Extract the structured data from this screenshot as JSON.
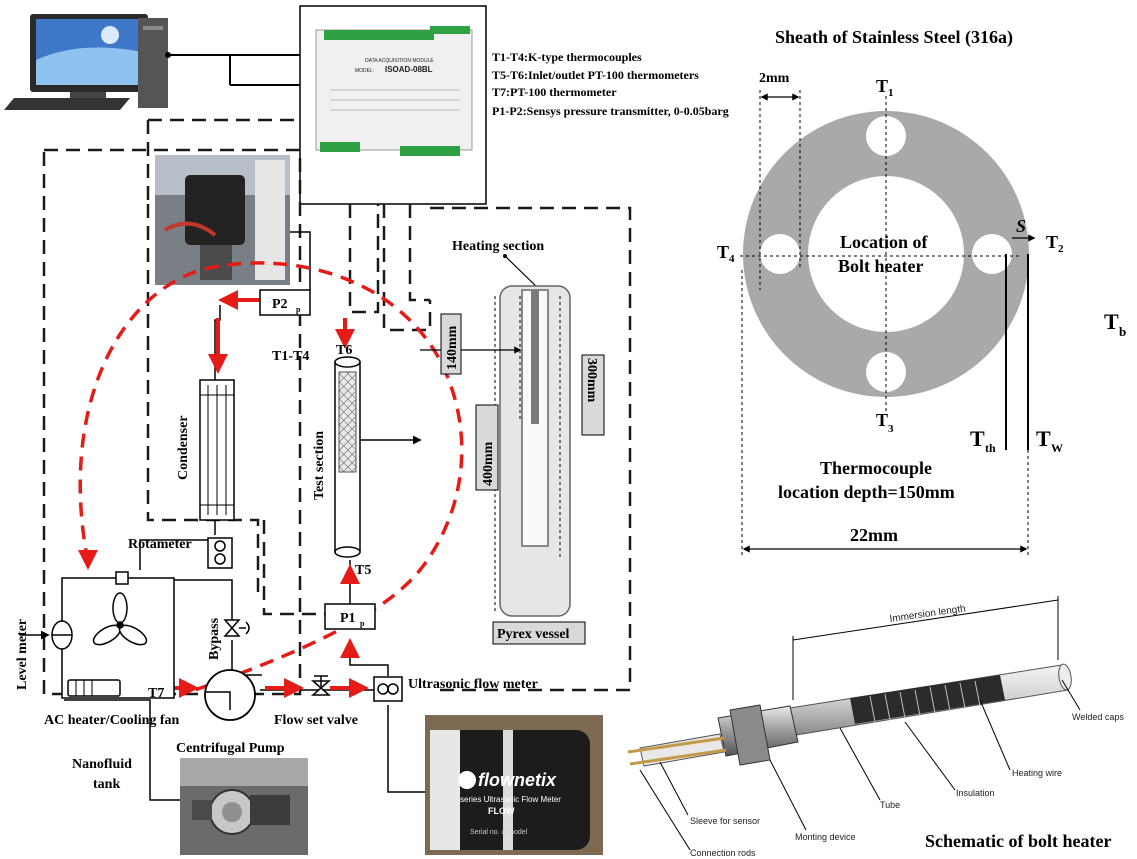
{
  "legend": {
    "line1": "T1-T4:K-type thermocouples",
    "line2": "T5-T6:Inlet/outlet PT-100 thermometers",
    "line3": "T7:PT-100 thermometer",
    "line4": "P1-P2:Sensys pressure transmitter, 0-0.05barg"
  },
  "daq": {
    "title": "DATA ACQUISITION MODULE",
    "model_label": "MODEL:",
    "model": "ISOAD-08BL"
  },
  "loop": {
    "p2": "P2",
    "p1": "P1",
    "p_sub": "p",
    "t1t4": "T1-T4",
    "t6": "T6",
    "t5": "T5",
    "t7": "T7",
    "condenser": "Condenser",
    "test_section": "Test section",
    "rotameter": "Rotameter",
    "bypass": "Bypass",
    "level_meter": "Level meter",
    "ac_heater": "AC heater/Cooling fan",
    "flow_set_valve": "Flow set valve",
    "ultrasonic": "Ultrasonic flow meter",
    "pump": "Centrifugal Pump",
    "tank_line1": "Nanofluid",
    "tank_line2": "tank"
  },
  "vessel": {
    "heating_section": "Heating section",
    "dim_140": "140mm",
    "dim_300": "300mm",
    "dim_400": "400mm",
    "pyrex": "Pyrex vessel"
  },
  "cross_section": {
    "title": "Sheath of Stainless Steel (316a)",
    "dim_2mm": "2mm",
    "t1": "T",
    "t1_sub": "1",
    "t2": "T",
    "t2_sub": "2",
    "t3": "T",
    "t3_sub": "3",
    "t4": "T",
    "t4_sub": "4",
    "s": "S",
    "center_line1": "Location of",
    "center_line2": "Bolt heater",
    "tb": "T",
    "tb_sub": "b",
    "tth": "T",
    "tth_sub": "th",
    "tw": "T",
    "tw_sub": "W",
    "depth_line1": "Thermocouple",
    "depth_line2": "location depth=150mm",
    "dim_22mm": "22mm"
  },
  "bolt_heater": {
    "immersion_length": "Immersion length",
    "welded_caps": "Welded caps",
    "heating_wire": "Heating wire",
    "insulation": "Insulation",
    "tube": "Tube",
    "mounting_device": "Monting device",
    "sleeve": "Sleeve for sensor",
    "connection_rods": "Connection rods",
    "caption": "Schematic of bolt heater"
  },
  "flowmeter_photo": {
    "brand": "flownetix",
    "line1": "series Ultrasonic Flow Meter",
    "line2": "FLOW",
    "line3": "Serial no. & model"
  },
  "colors": {
    "red_flow": "#e41b17",
    "dashed_box": "#1a1a1a",
    "sheath_gray": "#a9a9a9"
  }
}
